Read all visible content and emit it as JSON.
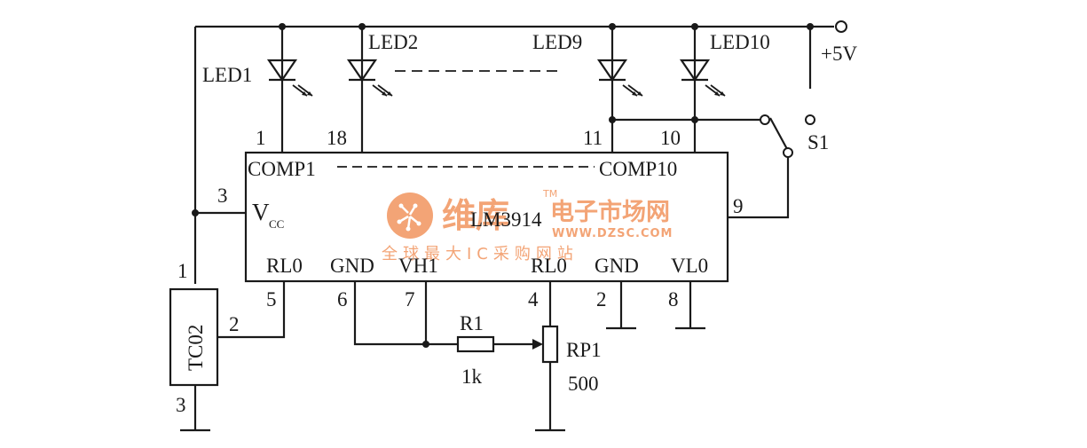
{
  "chip": {
    "name": "LM3914",
    "comp_first": "COMP1",
    "comp_last": "COMP10",
    "vcc_main": "V",
    "vcc_sub": "CC",
    "pin_labels": {
      "rlo_left": "RL0",
      "gnd_left": "GND",
      "vhi": "VH1",
      "rlo_right": "RL0",
      "gnd_right": "GND",
      "vlo": "VL0"
    }
  },
  "pins": {
    "p1": "1",
    "p18": "18",
    "p11": "11",
    "p10": "10",
    "p3": "3",
    "p9": "9",
    "p5": "5",
    "p6": "6",
    "p7": "7",
    "p4": "4",
    "p2": "2",
    "p8": "8"
  },
  "leds": [
    "LED1",
    "LED2",
    "LED9",
    "LED10"
  ],
  "supply": "+5V",
  "switch": "S1",
  "sensor": {
    "name": "TC02",
    "pin1": "1",
    "pin2": "2",
    "pin3": "3"
  },
  "resistor": {
    "name": "R1",
    "value": "1k"
  },
  "pot": {
    "name": "RP1",
    "value": "500"
  },
  "watermark": {
    "brand": "维库",
    "tm": "TM",
    "tagline": "电子市场网",
    "url": "WWW.DZSC.COM",
    "subtitle": "全球最大IC采购网站"
  }
}
